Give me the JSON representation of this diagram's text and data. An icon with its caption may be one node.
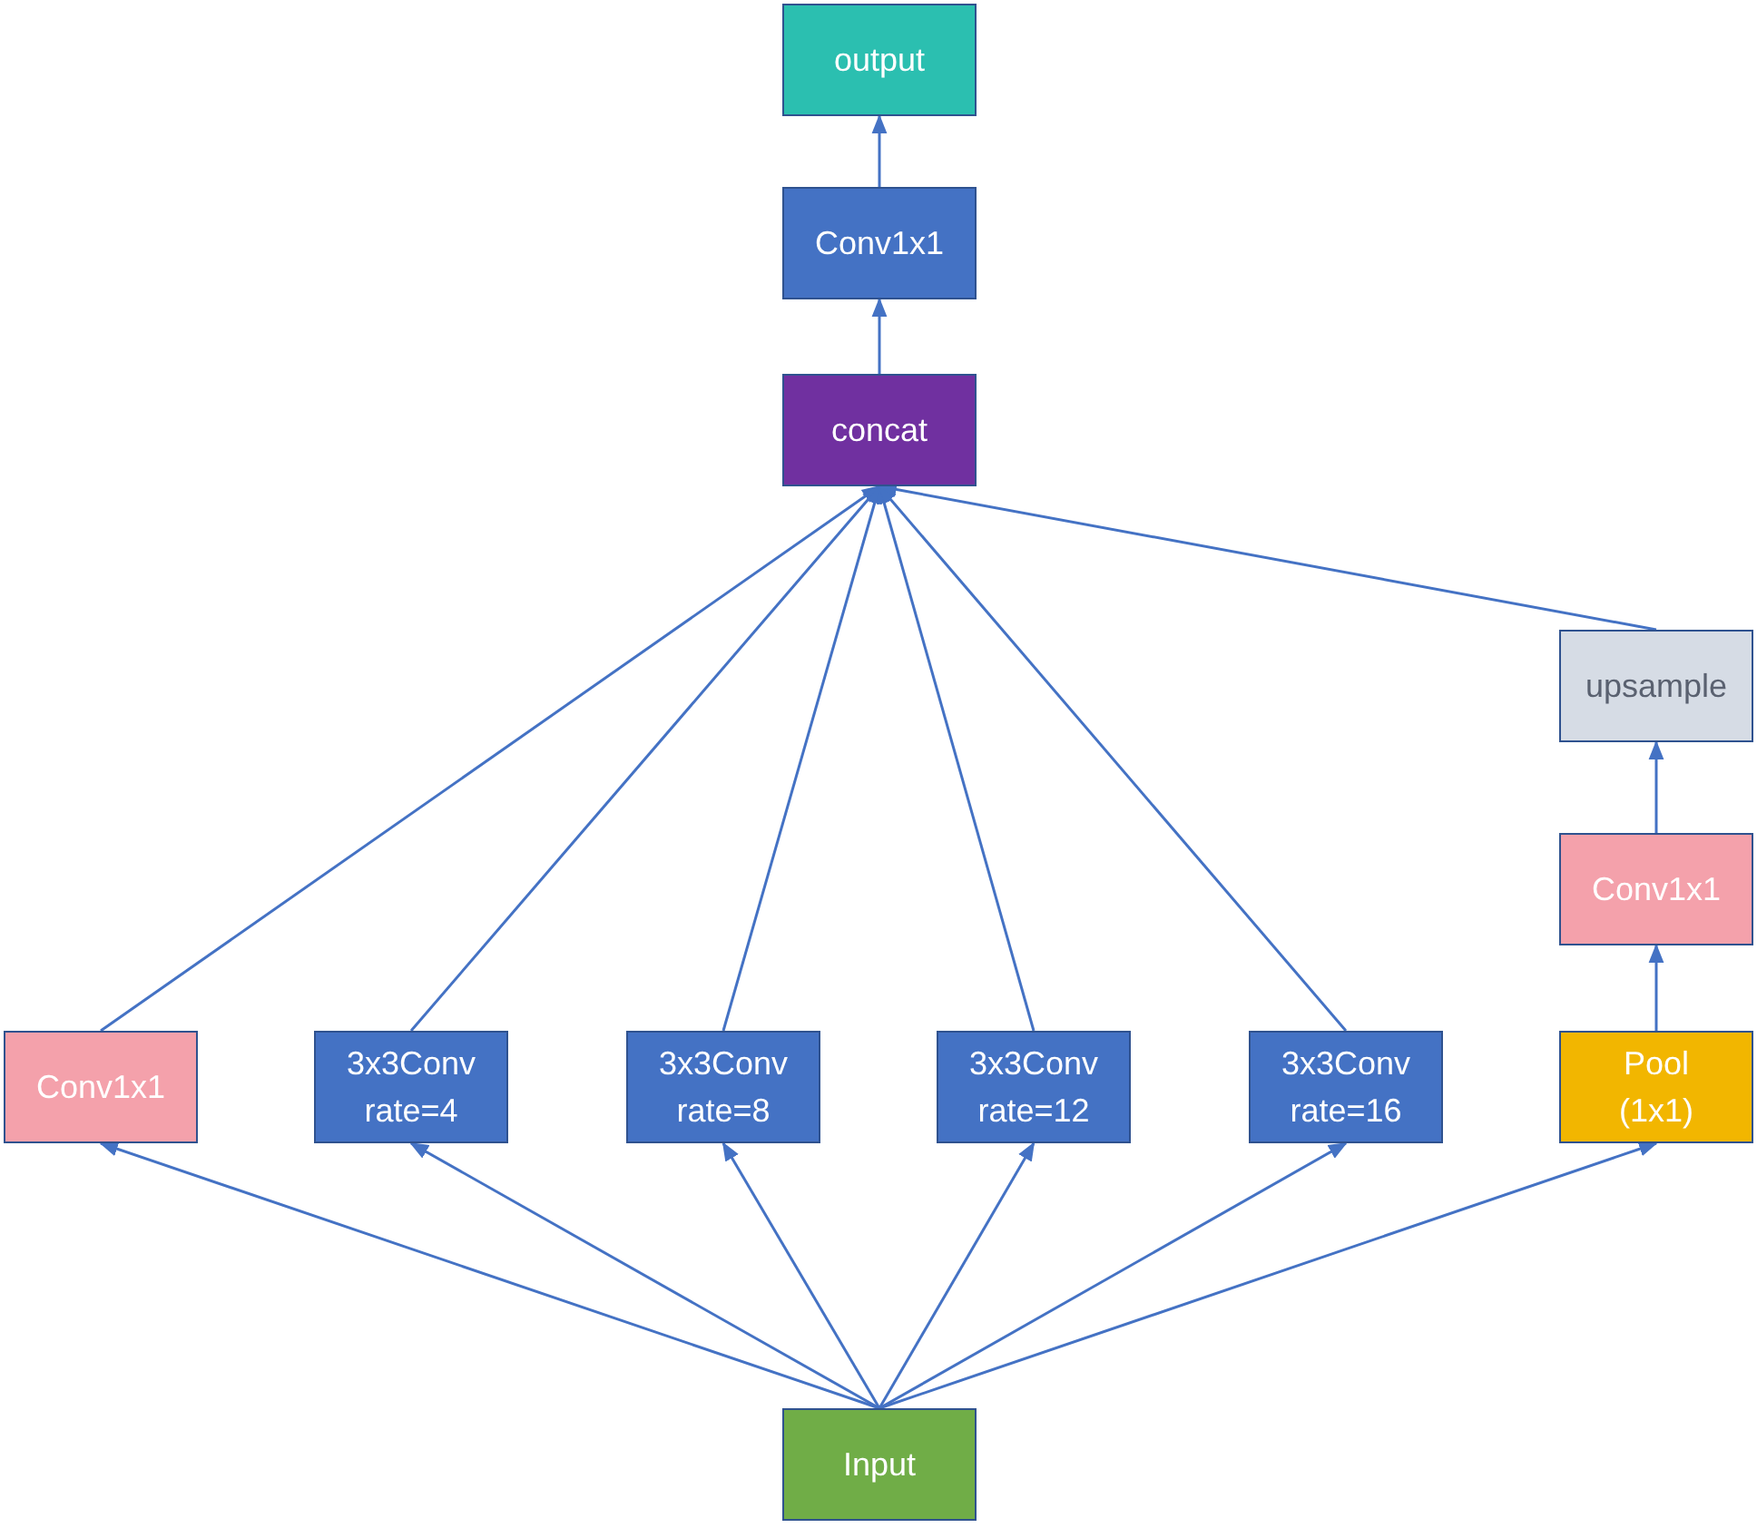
{
  "diagram": {
    "nodes": [
      {
        "text": [
          "output"
        ]
      },
      {
        "text": [
          "Conv1x1"
        ]
      },
      {
        "text": [
          "concat"
        ]
      },
      {
        "text": [
          "upsample"
        ]
      },
      {
        "text": [
          "Conv1x1"
        ]
      },
      {
        "text": [
          "Conv1x1"
        ]
      },
      {
        "text": [
          "3x3Conv rate=4"
        ]
      },
      {
        "text": [
          "3x3Conv rate=8"
        ]
      },
      {
        "text": [
          "3x3Conv rate=12"
        ]
      },
      {
        "text": [
          "3x3Conv rate=16"
        ]
      },
      {
        "text": [
          "Pool (1x1)"
        ]
      },
      {
        "text": [
          "Input"
        ]
      }
    ],
    "edges": [
      {
        "from": 11,
        "to": 5,
        "arrow": "to"
      },
      {
        "from": 11,
        "to": 6,
        "arrow": "to"
      },
      {
        "from": 11,
        "to": 7,
        "arrow": "to"
      },
      {
        "from": 11,
        "to": 8,
        "arrow": "to"
      },
      {
        "from": 11,
        "to": 9,
        "arrow": "to"
      },
      {
        "from": 11,
        "to": 10,
        "arrow": "to"
      },
      {
        "from": 10,
        "to": 4,
        "arrow": "to"
      },
      {
        "from": 4,
        "to": 3,
        "arrow": "to"
      },
      {
        "from": 5,
        "to": 2,
        "arrow": "to"
      },
      {
        "from": 6,
        "to": 2,
        "arrow": "to"
      },
      {
        "from": 7,
        "to": 2,
        "arrow": "to"
      },
      {
        "from": 8,
        "to": 2,
        "arrow": "to"
      },
      {
        "from": 9,
        "to": 2,
        "arrow": "to"
      },
      {
        "from": 3,
        "to": 2,
        "arrow": "to"
      },
      {
        "from": 2,
        "to": 1,
        "arrow": "to"
      },
      {
        "from": 1,
        "to": 0,
        "arrow": "to"
      }
    ]
  }
}
